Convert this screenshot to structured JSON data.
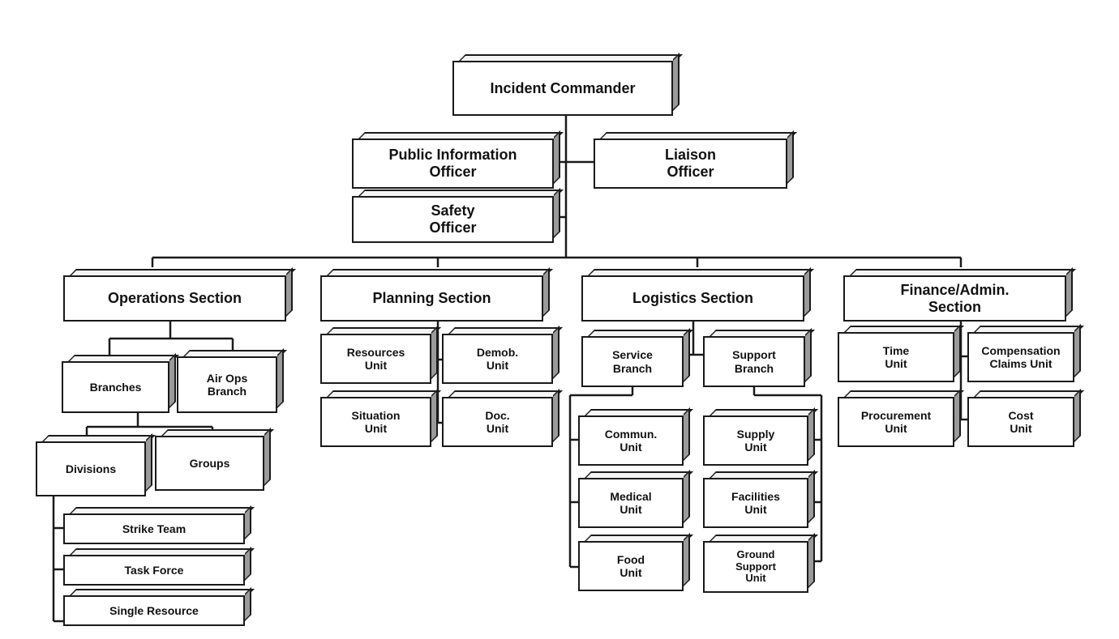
{
  "org": {
    "ic": [
      "Incident Commander"
    ],
    "pio": [
      "Public Information",
      "Officer"
    ],
    "liaison": [
      "Liaison",
      "Officer"
    ],
    "safety": [
      "Safety",
      "Officer"
    ],
    "ops": [
      "Operations Section"
    ],
    "planning": [
      "Planning Section"
    ],
    "logistics": [
      "Logistics Section"
    ],
    "finance": [
      "Finance/Admin.",
      "Section"
    ],
    "branches": [
      "Branches"
    ],
    "airops": [
      "Air Ops",
      "Branch"
    ],
    "divisions": [
      "Divisions"
    ],
    "groups": [
      "Groups"
    ],
    "strike": [
      "Strike Team"
    ],
    "taskforce": [
      "Task Force"
    ],
    "single": [
      "Single Resource"
    ],
    "resources": [
      "Resources",
      "Unit"
    ],
    "demob": [
      "Demob.",
      "Unit"
    ],
    "situation": [
      "Situation",
      "Unit"
    ],
    "doc": [
      "Doc.",
      "Unit"
    ],
    "service": [
      "Service",
      "Branch"
    ],
    "support": [
      "Support",
      "Branch"
    ],
    "commun": [
      "Commun.",
      "Unit"
    ],
    "medical": [
      "Medical",
      "Unit"
    ],
    "food": [
      "Food",
      "Unit"
    ],
    "supply": [
      "Supply",
      "Unit"
    ],
    "facilities": [
      "Facilities",
      "Unit"
    ],
    "ground": [
      "Ground",
      "Support",
      "Unit"
    ],
    "time": [
      "Time",
      "Unit"
    ],
    "compensation": [
      "Compensation",
      "Claims Unit"
    ],
    "procurement": [
      "Procurement",
      "Unit"
    ],
    "cost": [
      "Cost",
      "Unit"
    ]
  },
  "colors": {
    "line": "#1a1a1a",
    "box_fill": "#ffffff",
    "side_shade": "#9a9a9a"
  }
}
